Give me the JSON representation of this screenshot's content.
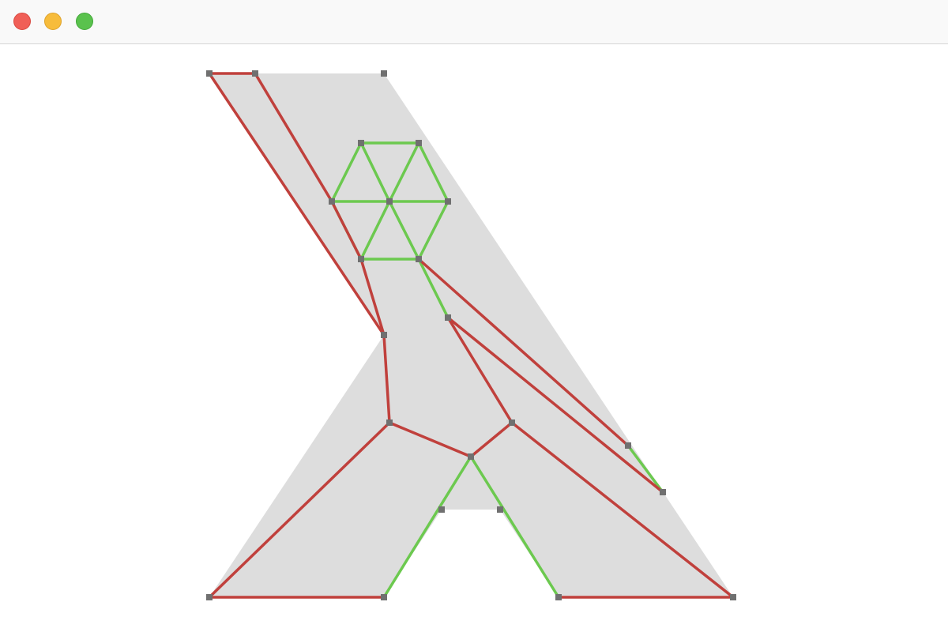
{
  "window": {
    "controls": [
      {
        "name": "close-button",
        "color": "#f05f57"
      },
      {
        "name": "minimize-button",
        "color": "#f7bc3b"
      },
      {
        "name": "zoom-button",
        "color": "#5ac24d"
      }
    ]
  },
  "diagram": {
    "description_colors": {
      "shape_fill": "#dddddd",
      "red_edge": "#c0403c",
      "green_edge": "#6cc94f",
      "vertex": "#707070"
    }
  }
}
